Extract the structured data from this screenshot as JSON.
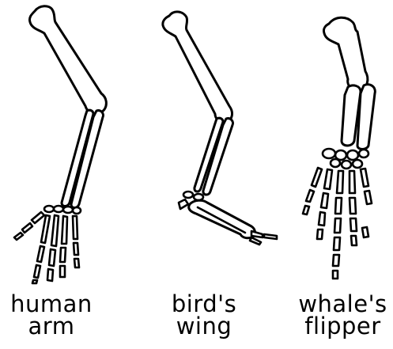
{
  "panels": [
    {
      "id": "human",
      "label_line1": "human",
      "label_line2": "arm"
    },
    {
      "id": "bird",
      "label_line1": "bird's",
      "label_line2": "wing"
    },
    {
      "id": "whale",
      "label_line1": "whale's",
      "label_line2": "flipper"
    }
  ],
  "colors": {
    "ink": "#000000",
    "background": "#ffffff"
  }
}
